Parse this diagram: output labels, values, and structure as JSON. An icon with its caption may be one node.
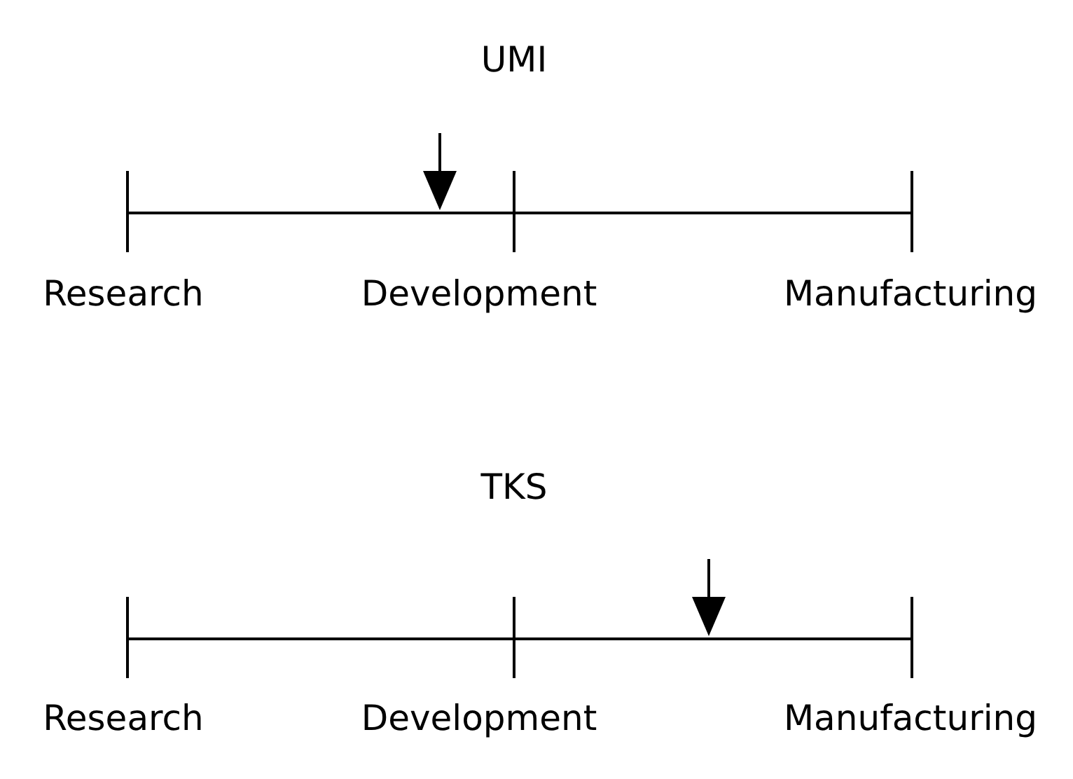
{
  "diagram": {
    "labels": [
      "UMI",
      "Research",
      "Development",
      "Manufacturing",
      "TKS",
      "Research",
      "Development",
      "Manufacturing"
    ]
  }
}
